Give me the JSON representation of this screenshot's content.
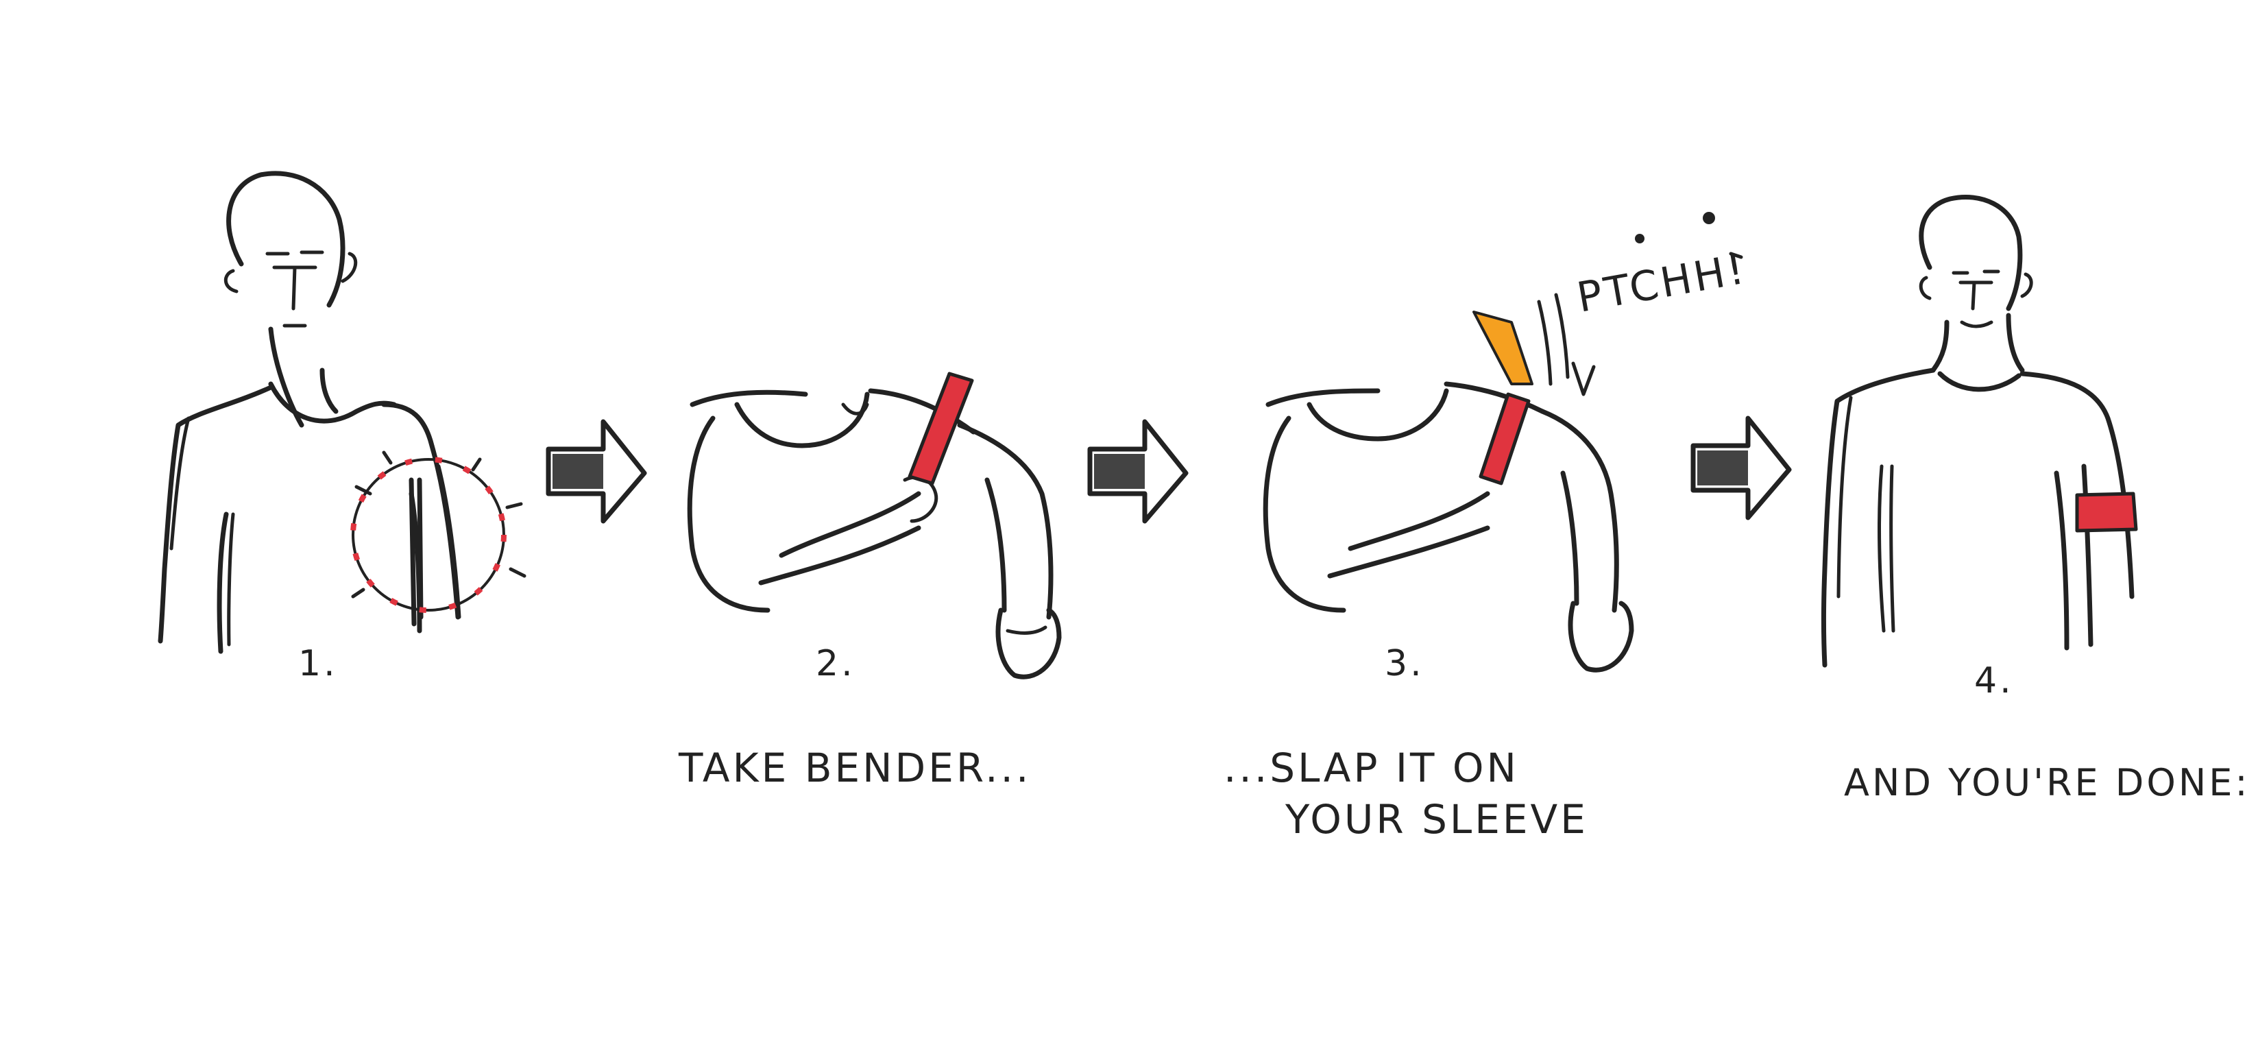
{
  "colors": {
    "ink": "#222222",
    "accent_red": "#e0343f",
    "accent_orange": "#f5a020",
    "background": "#ffffff"
  },
  "steps": [
    {
      "number": "1.",
      "caption_lines": []
    },
    {
      "number": "2.",
      "caption_lines": [
        "TAKE BENDER..."
      ]
    },
    {
      "number": "3.",
      "caption_lines": [
        "...SLAP IT ON",
        "YOUR SLEEVE"
      ]
    },
    {
      "number": "4.",
      "caption_lines": [
        "AND YOU'RE DONE:"
      ]
    }
  ],
  "sound_effect": "PTCHH!",
  "arrows": [
    "arrow-right-icon",
    "arrow-right-icon",
    "arrow-right-icon"
  ]
}
